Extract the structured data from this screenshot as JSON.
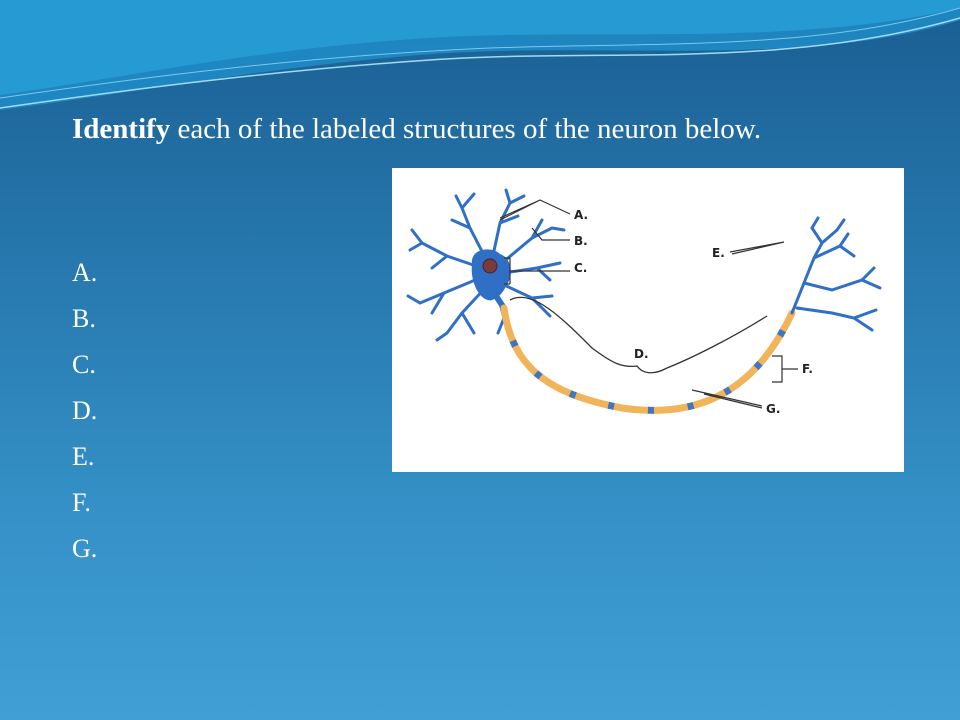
{
  "slide": {
    "title_bold": "Identify",
    "title_rest": " each of the labeled structures of the neuron below.",
    "answer_items": [
      "A.",
      "B.",
      "C.",
      "D.",
      "E.",
      "F.",
      "G."
    ]
  },
  "diagram": {
    "labels": {
      "a": "A.",
      "b": "B.",
      "c": "C.",
      "d": "D.",
      "e": "E.",
      "f": "F.",
      "g": "G."
    },
    "colors": {
      "cell_body": "#2f6fc6",
      "nucleus": "#7a3b3b",
      "myelin": "#f2b45a",
      "node": "#2f6fc6",
      "leader": "#333333"
    }
  }
}
